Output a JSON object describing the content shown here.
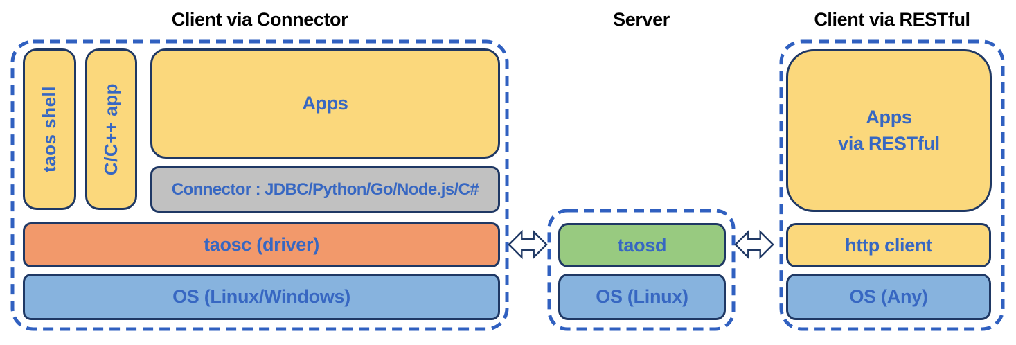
{
  "sections": {
    "connector": {
      "title": "Client via Connector",
      "boxes": {
        "taos_shell": "taos shell",
        "cpp_app": "C/C++ app",
        "apps": "Apps",
        "connector": "Connector : JDBC/Python/Go/Node.js/C#",
        "taosc": "taosc (driver)",
        "os": "OS (Linux/Windows)"
      }
    },
    "server": {
      "title": "Server",
      "boxes": {
        "taosd": "taosd",
        "os": "OS (Linux)"
      }
    },
    "restful": {
      "title": "Client via RESTful",
      "boxes": {
        "apps_restful": "Apps\nvia RESTful",
        "http_client": "http client",
        "os": "OS (Any)"
      }
    }
  },
  "icons": {
    "arrow_client_server": "bidirectional-arrow",
    "arrow_server_restful": "bidirectional-arrow"
  },
  "colors": {
    "yellow": "#FBD87C",
    "orange": "#F2996B",
    "blue": "#87B3DE",
    "gray": "#C1C1C1",
    "green": "#98CA80",
    "dash_border": "#3060C0",
    "box_border": "#1F3864",
    "label_text": "#3767C2",
    "title_text": "#000000"
  }
}
